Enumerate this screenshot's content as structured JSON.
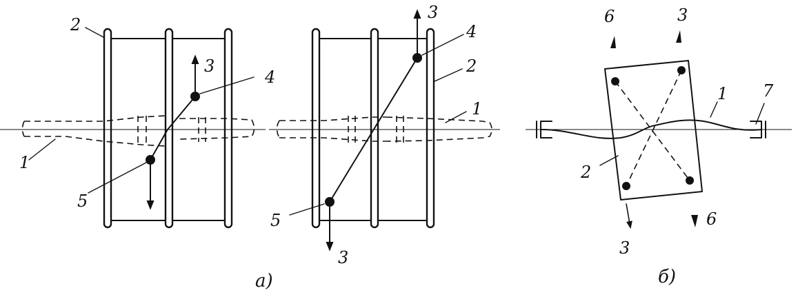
{
  "figure_a": {
    "caption": "а)",
    "left": {
      "label_1": "1",
      "label_2": "2",
      "label_3": "3",
      "label_4": "4",
      "label_5": "5"
    },
    "right": {
      "label_1": "1",
      "label_2": "2",
      "label_3_top": "3",
      "label_3_bottom": "3",
      "label_4": "4",
      "label_5": "5"
    }
  },
  "figure_b": {
    "caption": "б)",
    "label_1": "1",
    "label_2": "2",
    "label_3_top": "3",
    "label_3_bottom": "3",
    "label_6_top": "6",
    "label_6_bottom": "6",
    "label_7": "7"
  },
  "colors": {
    "ink": "#111111",
    "paper": "#ffffff"
  }
}
